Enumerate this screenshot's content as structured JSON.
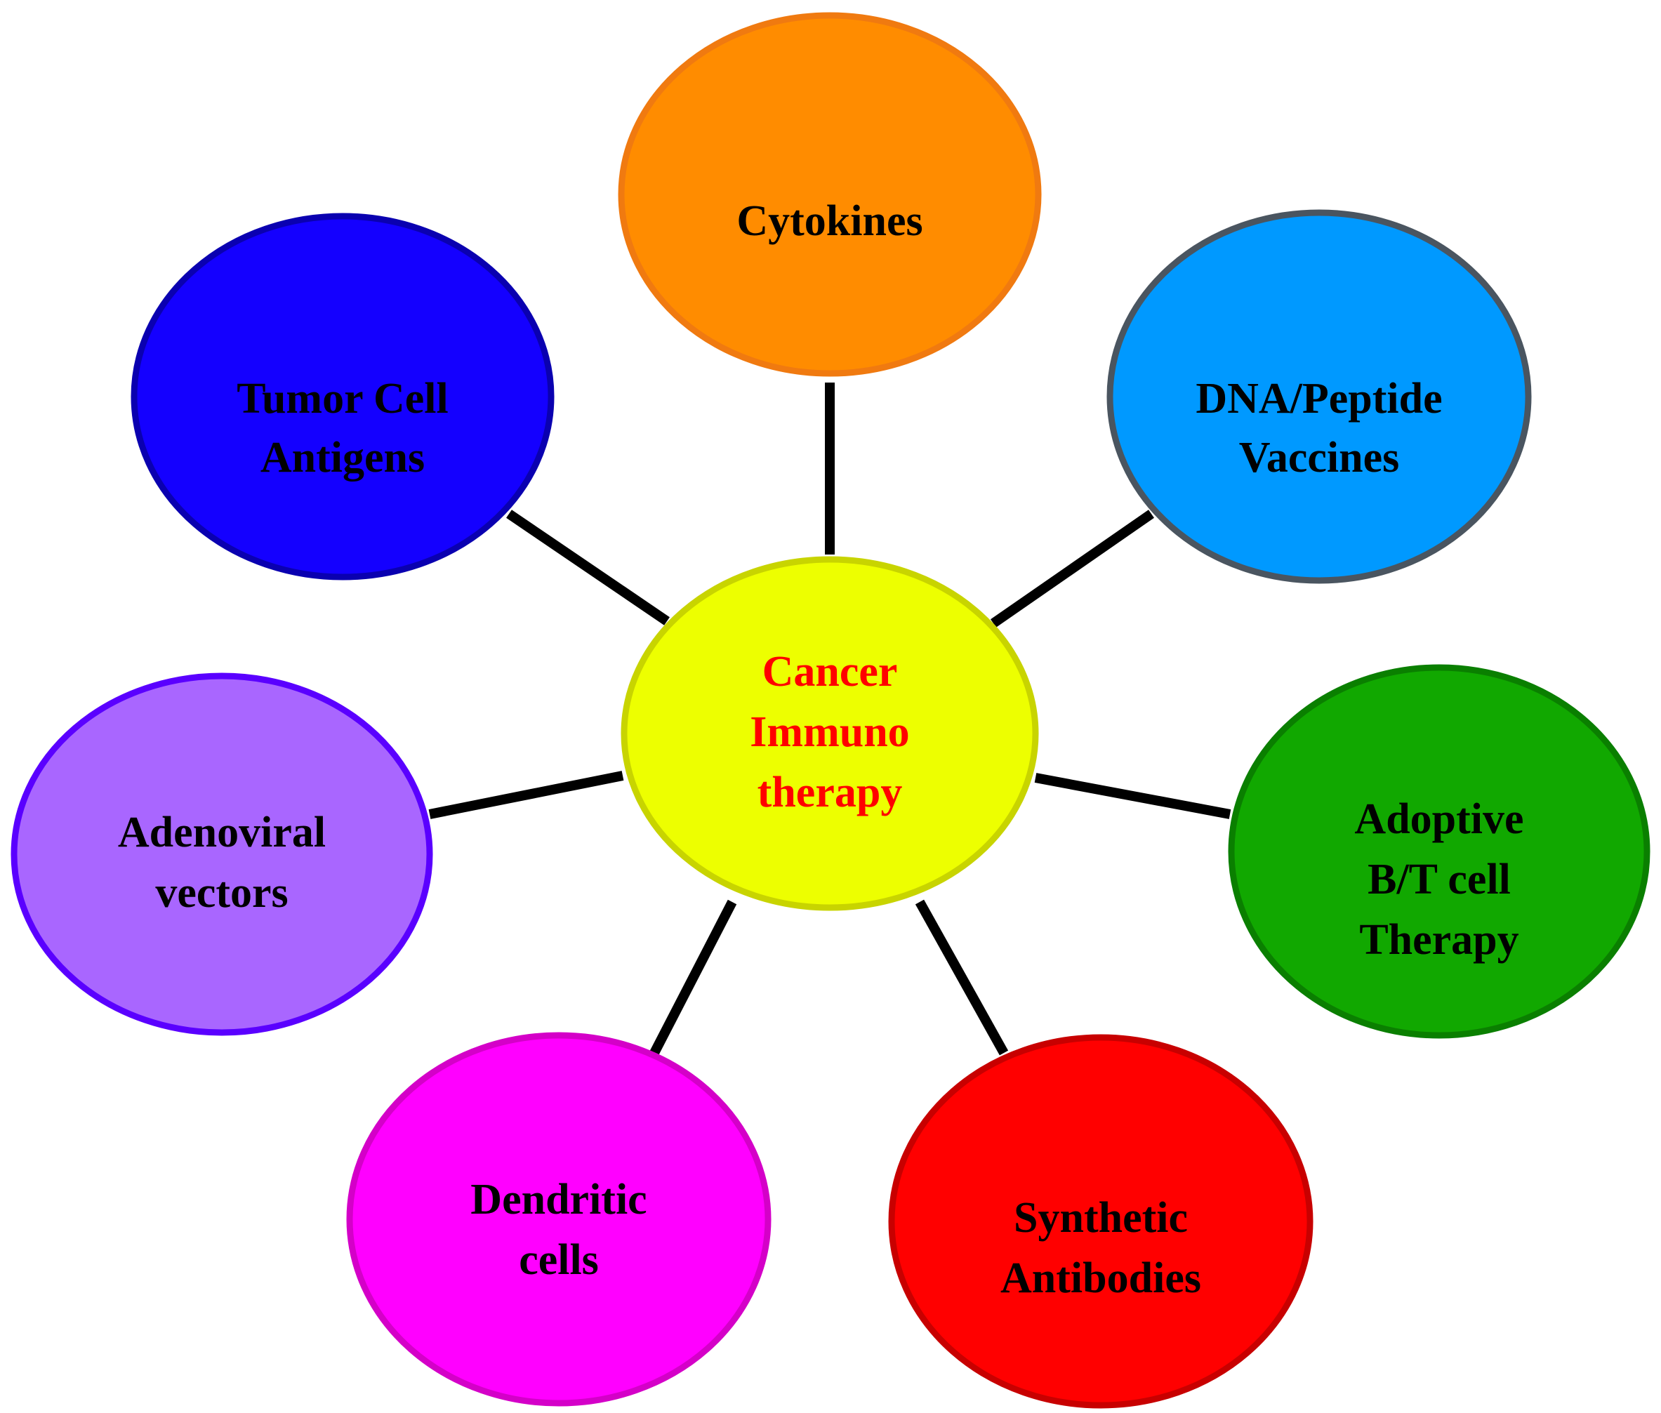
{
  "center": {
    "lines": [
      "Cancer",
      "Immuno",
      "therapy"
    ],
    "fill": "#EDFF00",
    "border": "#C8D400",
    "text_color": "#FF0000"
  },
  "nodes": [
    {
      "id": "cytokines",
      "lines": [
        "Cytokines"
      ],
      "fill": "#FF8C00",
      "border": "#F07A10"
    },
    {
      "id": "dna-peptide-vaccines",
      "lines": [
        "DNA/Peptide",
        "Vaccines"
      ],
      "fill": "#0099FF",
      "border": "#4A5560"
    },
    {
      "id": "adoptive-bt-cell-therapy",
      "lines": [
        "Adoptive",
        "B/T cell",
        "Therapy"
      ],
      "fill": "#11A800",
      "border": "#0A7F00"
    },
    {
      "id": "synthetic-antibodies",
      "lines": [
        "Synthetic",
        "Antibodies"
      ],
      "fill": "#FF0000",
      "border": "#C80000"
    },
    {
      "id": "dendritic-cells",
      "lines": [
        "Dendritic",
        "cells"
      ],
      "fill": "#FF00FF",
      "border": "#D400C8"
    },
    {
      "id": "adenoviral-vectors",
      "lines": [
        "Adenoviral",
        "vectors"
      ],
      "fill": "#A966FF",
      "border": "#5A00FF"
    },
    {
      "id": "tumor-cell-antigens",
      "lines": [
        "Tumor Cell",
        "Antigens"
      ],
      "fill": "#1400FF",
      "border": "#0A00B0"
    }
  ]
}
